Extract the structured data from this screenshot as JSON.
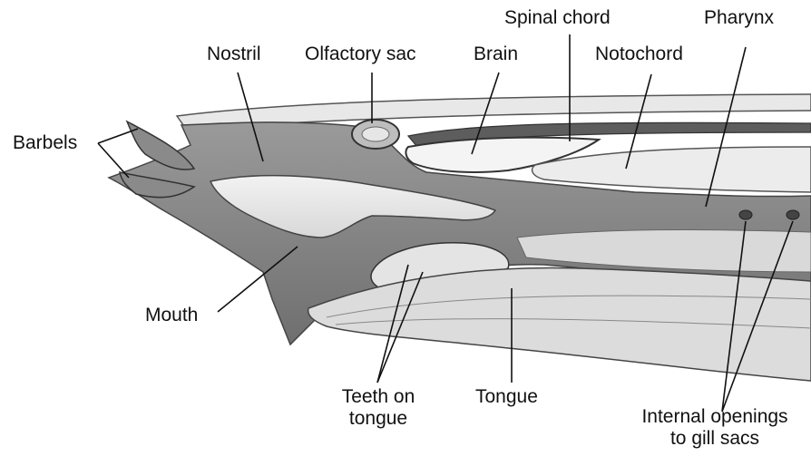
{
  "labels": {
    "barbels": "Barbels",
    "nostril": "Nostril",
    "olfactory_sac": "Olfactory sac",
    "brain": "Brain",
    "spinal_chord": "Spinal chord",
    "notochord": "Notochord",
    "pharynx": "Pharynx",
    "mouth": "Mouth",
    "teeth_on_tongue_1": "Teeth on",
    "teeth_on_tongue_2": "tongue",
    "tongue": "Tongue",
    "gill_openings_1": "Internal openings",
    "gill_openings_2": "to gill sacs"
  }
}
